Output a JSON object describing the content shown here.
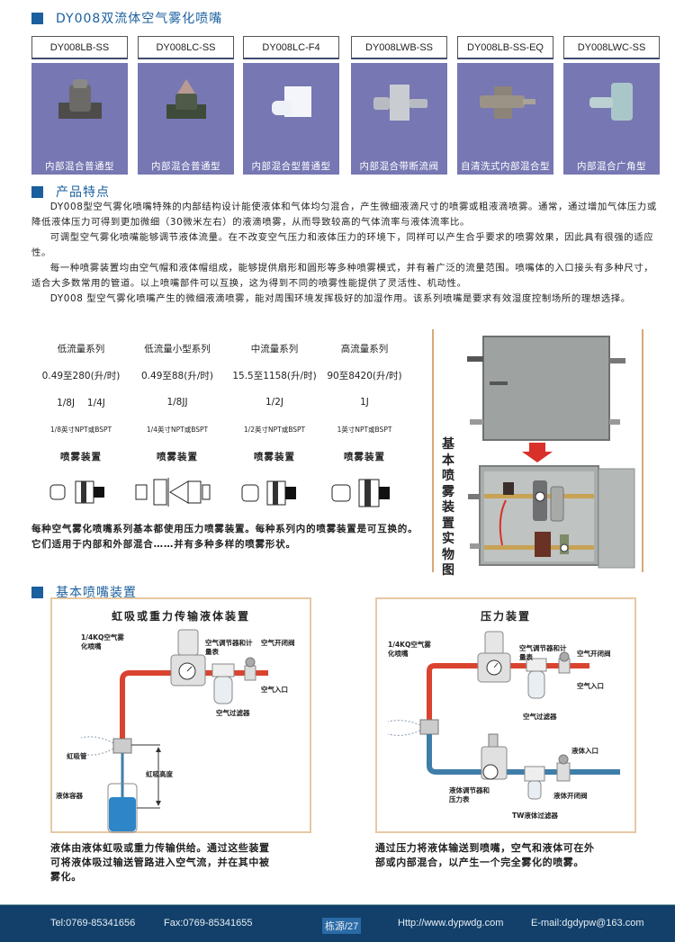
{
  "header": {
    "title": "DY008双流体空气雾化喷嘴"
  },
  "products": [
    {
      "model": "DY008LB-SS",
      "caption": "内部混合普通型",
      "icon": "nozzle-tee-icon"
    },
    {
      "model": "DY008LC-SS",
      "caption": "内部混合普通型",
      "icon": "nozzle-cone-icon"
    },
    {
      "model": "DY008LC-F4",
      "caption": "内部混合型普通型",
      "icon": "nozzle-ptfe-icon"
    },
    {
      "model": "DY008LWB-SS",
      "caption": "内部混合带断流阀",
      "icon": "nozzle-valve-icon"
    },
    {
      "model": "DY008LB-SS-EQ",
      "caption": "自清洗式内部混合型",
      "icon": "nozzle-cross-icon"
    },
    {
      "model": "DY008LWC-SS",
      "caption": "内部混合广角型",
      "icon": "nozzle-wide-icon"
    }
  ],
  "features": {
    "title": "产品特点",
    "paragraphs": [
      "DY008型空气雾化喷嘴特殊的内部结构设计能使液体和气体均匀混合，产生微细液滴尺寸的喷雾或粗液滴喷雾。通常，通过增加气体压力或降低液体压力可得到更加微细（30微米左右）的液滴喷雾，从而导致较高的气体流率与液体流率比。",
      "可调型空气雾化喷嘴能够调节液体流量。在不改变空气压力和液体压力的环境下，同样可以产生合乎要求的喷雾效果，因此具有很强的适应性。",
      "每一种喷雾装置均由空气帽和液体帽组成，能够提供扇形和圆形等多种喷雾模式，并有着广泛的流量范围。喷嘴体的入口接头有多种尺寸，适合大多数常用的管道。以上喷嘴部件可以互换，这为得到不同的喷雾性能提供了灵活性、机动性。",
      "DY008 型空气雾化喷嘴产生的微细液滴喷雾，能对周围环境发挥极好的加湿作用。该系列喷嘴是要求有效湿度控制场所的理想选择。"
    ]
  },
  "series": [
    {
      "name": "低流量系列",
      "flow": "0.49至280(升/时)",
      "sizes": "1/8J　 1/4J",
      "thread": "1/8英寸NPT或BSPT",
      "device": "喷雾装置"
    },
    {
      "name": "低流量小型系列",
      "flow": "0.49至88(升/时)",
      "sizes": "1/8JJ",
      "thread": "1/4英寸NPT或BSPT",
      "device": "喷雾装置"
    },
    {
      "name": "中流量系列",
      "flow": "15.5至1158(升/时)",
      "sizes": "1/2J",
      "thread": "1/2英寸NPT或BSPT",
      "device": "喷雾装置"
    },
    {
      "name": "高流量系列",
      "flow": "90至8420(升/时)",
      "sizes": "1J",
      "thread": "1英寸NPT或BSPT",
      "device": "喷雾装置"
    }
  ],
  "series_note": "每种空气雾化喷嘴系列基本都使用压力喷雾装置。每种系列内的喷雾装置是可互换的。它们适用于内部和外部混合……并有多种多样的喷雾形状。",
  "photo_caption": "基本喷雾装置实物图",
  "basic": {
    "title": "基本喷嘴装置",
    "siphon": {
      "title": "虹吸或重力传输液体装置",
      "labels": {
        "nozzle": "1/4KQ空气雾化喷嘴",
        "regulator": "空气调节器和计量表",
        "valve": "空气开闭阀",
        "inlet": "空气入口",
        "filter": "空气过滤器",
        "tube": "虹吸管",
        "height": "虹吸高度",
        "container": "液体容器"
      },
      "caption": "液体由液体虹吸或重力传输供给。通过这些装置可将液体吸过输送管路进入空气流，并在其中被雾化。"
    },
    "pressure": {
      "title": "压力装置",
      "labels": {
        "nozzle": "1/4KQ空气雾化喷嘴",
        "regulator": "空气调节器和计量表",
        "valve": "空气开闭阀",
        "inlet": "空气入口",
        "filter": "空气过滤器",
        "liquid_inlet": "液体入口",
        "liquid_regulator": "液体调节器和压力表",
        "liquid_valve": "液体开闭阀",
        "liquid_filter": "TW液体过滤器"
      },
      "caption": "通过压力将液体输送到喷嘴，空气和液体可在外部或内部混合，以产生一个完全雾化的喷雾。"
    }
  },
  "footer": {
    "tel": "Tel:0769-85341656",
    "fax": "Fax:0769-85341655",
    "page": "栋源/27",
    "url": "Http://www.dypwdg.com",
    "email": "E-mail:dgdypw@163.com"
  },
  "colors": {
    "accent": "#1a5f9e",
    "card": "#7777b3",
    "footer": "#12406a",
    "air_pipe": "#d9432f",
    "liquid_pipe": "#3f7ea8",
    "frame": "#e8c8a4"
  }
}
